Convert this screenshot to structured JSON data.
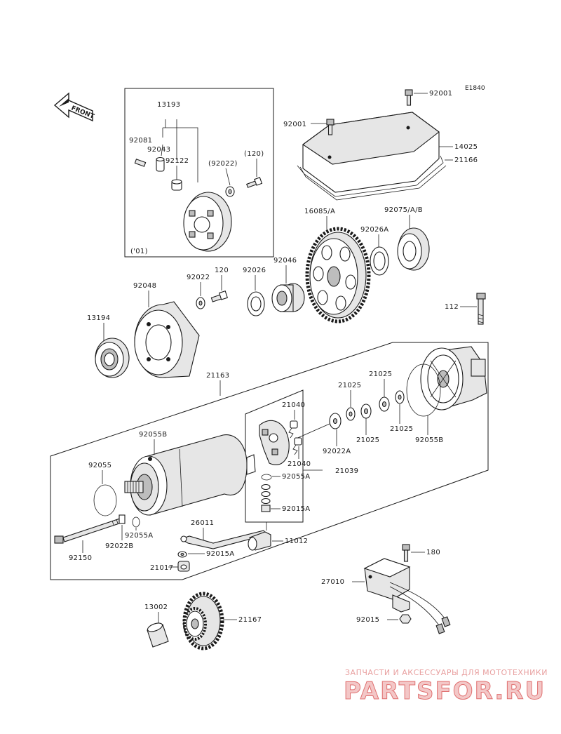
{
  "diagram_code": "E1840",
  "front_label": "FRONT",
  "inset_year": "('01)",
  "parts": {
    "p13193": "13193",
    "p92081": "92081",
    "p92043": "92043",
    "p92122": "92122",
    "p92022_inset": "(92022)",
    "p120_inset": "(120)",
    "p92001_a": "92001",
    "p92001_b": "92001",
    "p14025": "14025",
    "p21166": "21166",
    "p16085": "16085/A",
    "p92026A": "92026A",
    "p92075": "92075/A/B",
    "p92048": "92048",
    "p92022": "92022",
    "p120": "120",
    "p92026": "92026",
    "p92046": "92046",
    "p112": "112",
    "p13194": "13194",
    "p21163": "21163",
    "p21025_a": "21025",
    "p21025_b": "21025",
    "p21025_c": "21025",
    "p21025_d": "21025",
    "p21040_a": "21040",
    "p21040_b": "21040",
    "p92055B_a": "92055B",
    "p92055B_b": "92055B",
    "p92022A": "92022A",
    "p92055": "92055",
    "p92055A_a": "92055A",
    "p21039": "21039",
    "p92015A_a": "92015A",
    "p26011": "26011",
    "p11012": "11012",
    "p92150": "92150",
    "p92022B": "92022B",
    "p92055A_b": "92055A",
    "p92015A_b": "92015A",
    "p21017": "21017",
    "p180": "180",
    "p27010": "27010",
    "p92015": "92015",
    "p13002": "13002",
    "p21167": "21167"
  },
  "watermark": {
    "tagline": "ЗАПЧАСТИ И АКСЕССУАРЫ ДЛЯ МОТОТЕХНИКИ",
    "brand": "PARTSFOR.RU"
  }
}
